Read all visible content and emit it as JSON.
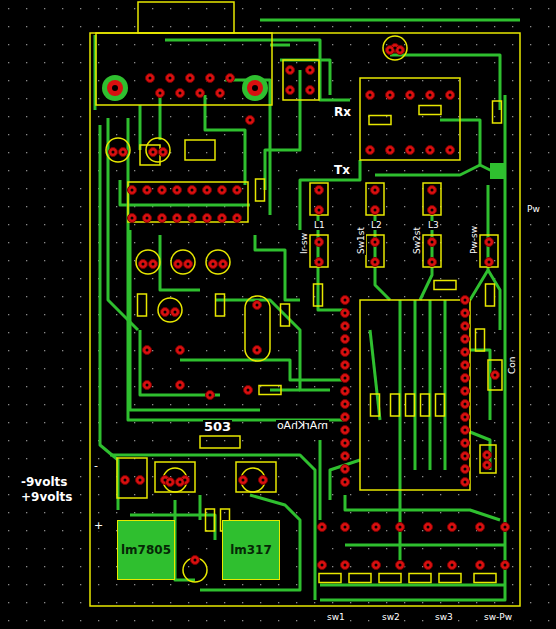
{
  "diagram": {
    "nodes": [
      {
        "text": [
          "lm7805"
        ]
      },
      {
        "text": [
          "lm317"
        ]
      }
    ],
    "labels": [
      "Rx",
      "Tx",
      "L1",
      "L2",
      "L3",
      "Ir-sw",
      "Sw1st",
      "Sw2st",
      "Pw-sw",
      "Pw",
      "Con",
      "mArKhAo",
      "503",
      "-9volts",
      "+9volts",
      "-",
      "+",
      "sw1",
      "sw2",
      "sw3",
      "sw-Pw"
    ]
  }
}
